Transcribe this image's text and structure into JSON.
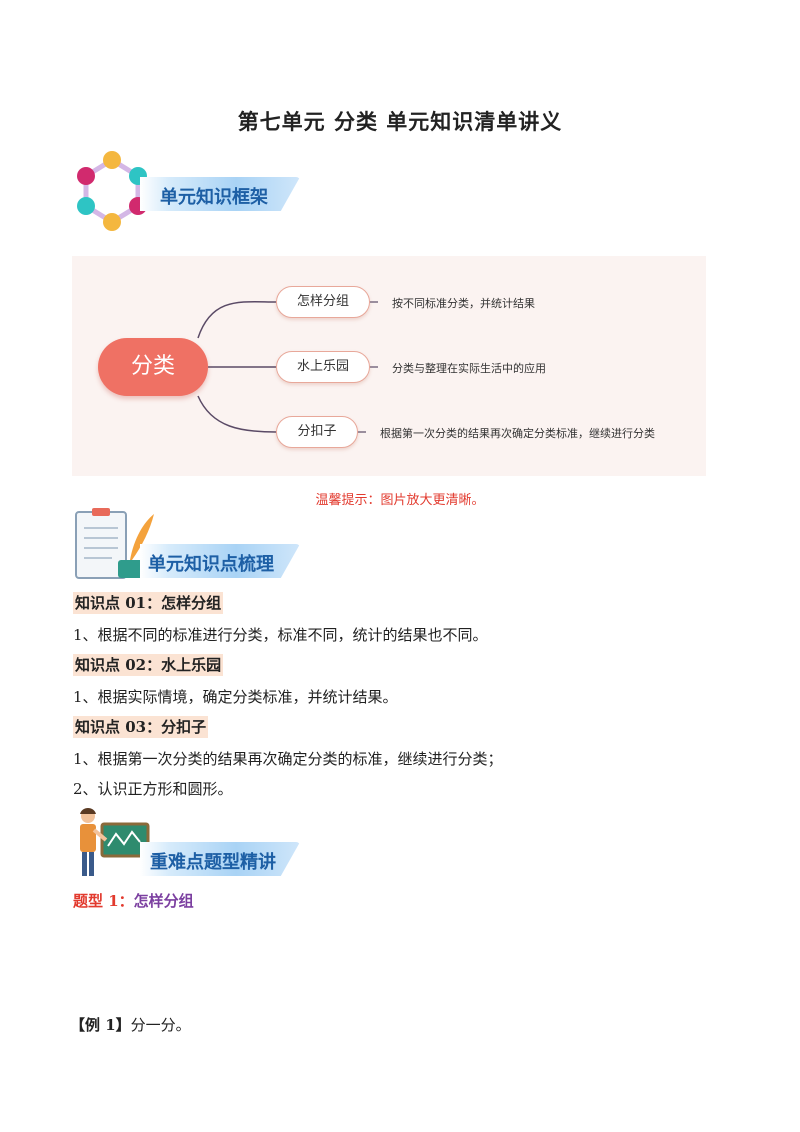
{
  "title": "第七单元  分类  单元知识清单讲义",
  "sections": {
    "framework": "单元知识框架",
    "points": "单元知识点梳理",
    "key_types": "重难点题型精讲"
  },
  "mindmap": {
    "root": "分类",
    "branches": [
      {
        "label": "怎样分组",
        "desc": "按不同标准分类，并统计结果"
      },
      {
        "label": "水上乐园",
        "desc": "分类与整理在实际生活中的应用"
      },
      {
        "label": "分扣子",
        "desc": "根据第一次分类的结果再次确定分类标准，继续进行分类"
      }
    ]
  },
  "tip": "温馨提示：图片放大更清晰。",
  "knowledge_points": [
    {
      "heading": "知识点 01：怎样分组",
      "lines": [
        "1、根据不同的标准进行分类，标准不同，统计的结果也不同。"
      ]
    },
    {
      "heading": "知识点 02：水上乐园",
      "lines": [
        "1、根据实际情境，确定分类标准，并统计结果。"
      ]
    },
    {
      "heading": "知识点 03：分扣子",
      "lines": [
        "1、根据第一次分类的结果再次确定分类的标准，继续进行分类；",
        "2、认识正方形和圆形。"
      ]
    }
  ],
  "question_type": {
    "prefix": "题型 1：",
    "name": "怎样分组"
  },
  "example": {
    "label": "【例 1】",
    "text": "分一分。"
  },
  "colors": {
    "accent_red": "#e23a2e",
    "accent_purple": "#7b3fa0",
    "banner_text": "#1d5fa5",
    "root_node": "#ef7164"
  }
}
